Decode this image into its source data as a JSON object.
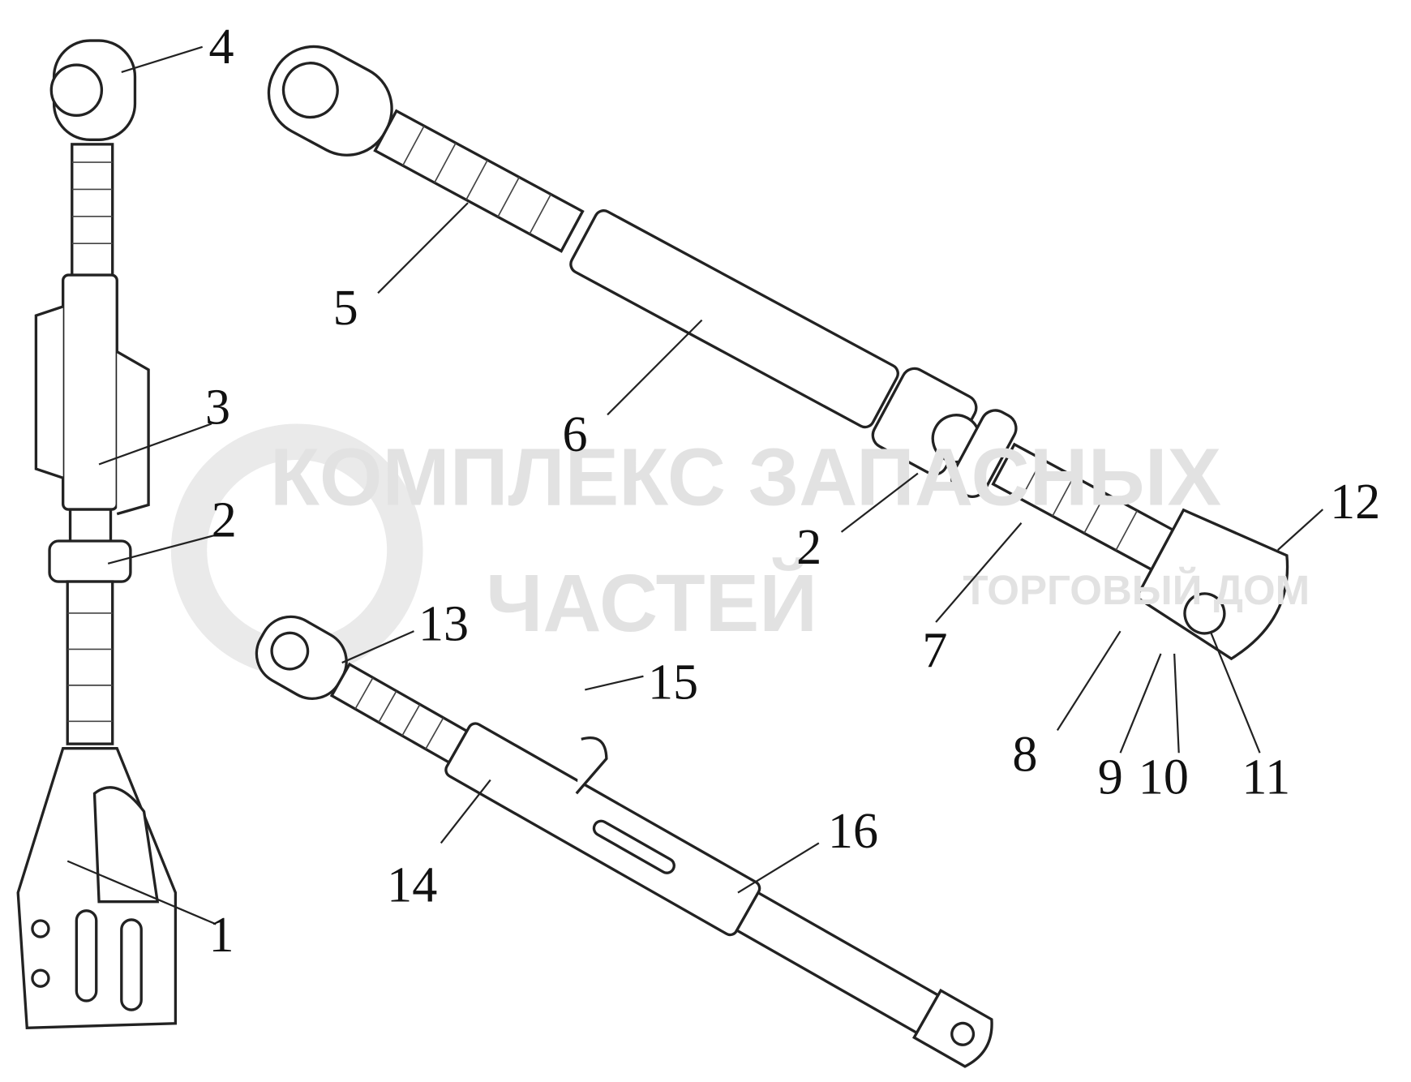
{
  "watermark": {
    "line1": "КОМПЛЕКС ЗАПАСНЫХ",
    "line2": "ЧАСТЕЙ",
    "sub": "ТОРГОВЫЙ ДОМ"
  },
  "labels": {
    "l1": "1",
    "l2a": "2",
    "l2b": "2",
    "l3": "3",
    "l4": "4",
    "l5": "5",
    "l6": "6",
    "l7": "7",
    "l8": "8",
    "l9": "9",
    "l10": "10",
    "l11": "11",
    "l12": "12",
    "l13": "13",
    "l14": "14",
    "l15": "15",
    "l16": "16"
  }
}
